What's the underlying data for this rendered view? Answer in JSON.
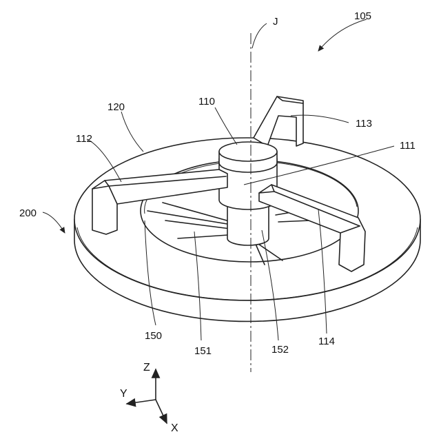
{
  "figure": {
    "assembly_ref": "105",
    "axis_ref": "J",
    "base_ref": "200",
    "parts": {
      "top_cap": "110",
      "hub": "111",
      "arm_left": "112",
      "arm_back": "113",
      "arm_right": "114",
      "disc": "120",
      "recess": "150",
      "blades": "151",
      "shaft": "152"
    },
    "axes": {
      "z": "Z",
      "y": "Y",
      "x": "X"
    }
  }
}
